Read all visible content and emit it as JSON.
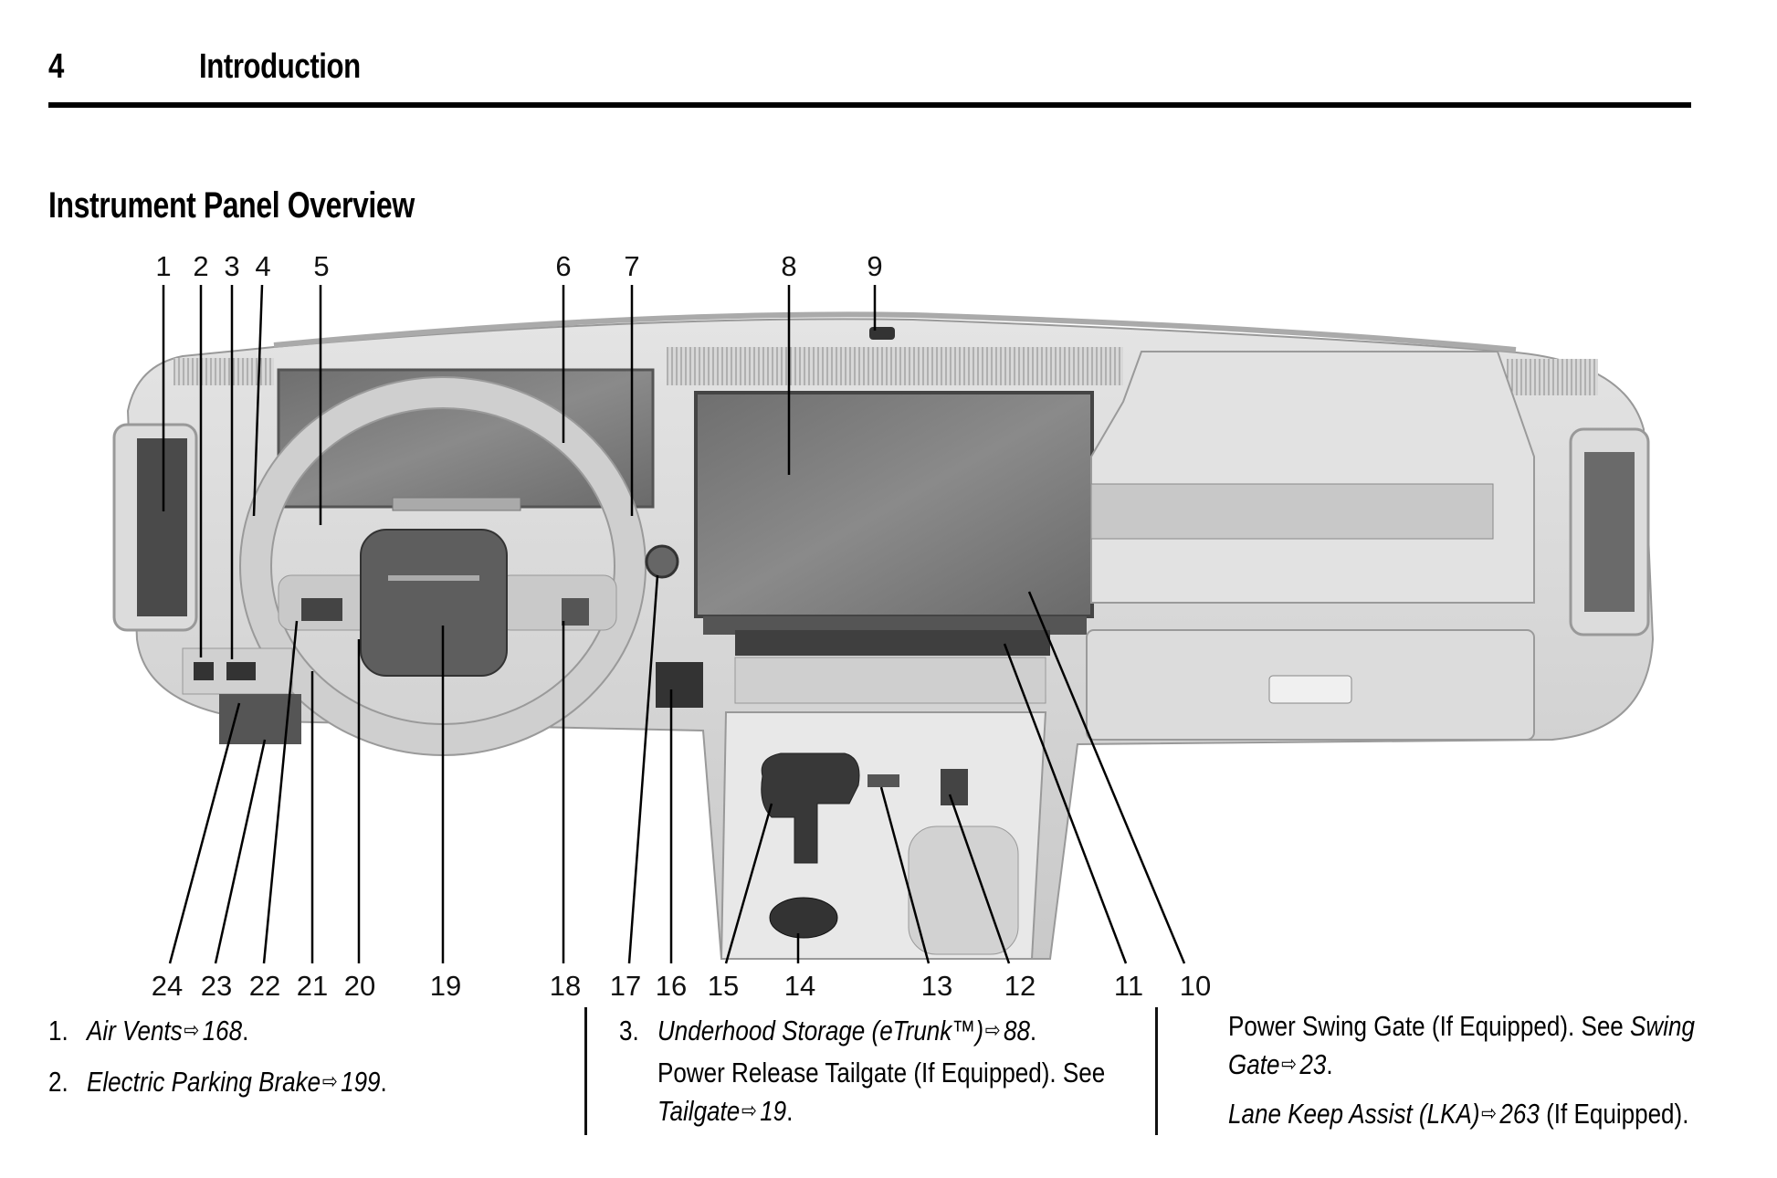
{
  "header": {
    "page_number": "4",
    "running_head": "Introduction"
  },
  "section": {
    "title": "Instrument Panel Overview"
  },
  "diagram": {
    "description": "Instrument panel line-art illustration with numbered callouts",
    "top_callouts": [
      "1",
      "2",
      "3",
      "4",
      "5",
      "6",
      "7",
      "8",
      "9"
    ],
    "bottom_callouts": [
      "24",
      "23",
      "22",
      "21",
      "20",
      "19",
      "18",
      "17",
      "16",
      "15",
      "14",
      "13",
      "12",
      "11",
      "10"
    ]
  },
  "legend": {
    "col1": [
      {
        "num": "1.",
        "link": "Air Vents",
        "arrow": "⇨",
        "page": "168",
        "end": "."
      },
      {
        "num": "2.",
        "link": "Electric Parking Brake",
        "arrow": "⇨",
        "page": "199",
        "end": "."
      }
    ],
    "col2": {
      "num": "3.",
      "line1_link": "Underhood Storage (eTrunk™)",
      "line1_arrow": "⇨",
      "line1_page": "88",
      "line1_end": ".",
      "line2_text": "Power Release Tailgate (If Equipped). See",
      "line3_link": "Tailgate",
      "line3_arrow": "⇨",
      "line3_page": "19",
      "line3_end": "."
    },
    "col3": {
      "line1_text": "Power Swing Gate (If Equipped). See ",
      "line1_link": "Swing",
      "line2_link": "Gate",
      "line2_arrow": "⇨",
      "line2_page": "23",
      "line2_end": ".",
      "line3_link": "Lane Keep Assist (LKA)",
      "line3_arrow": "⇨",
      "line3_page": "263",
      "line3_text": " (If Equipped)."
    }
  }
}
